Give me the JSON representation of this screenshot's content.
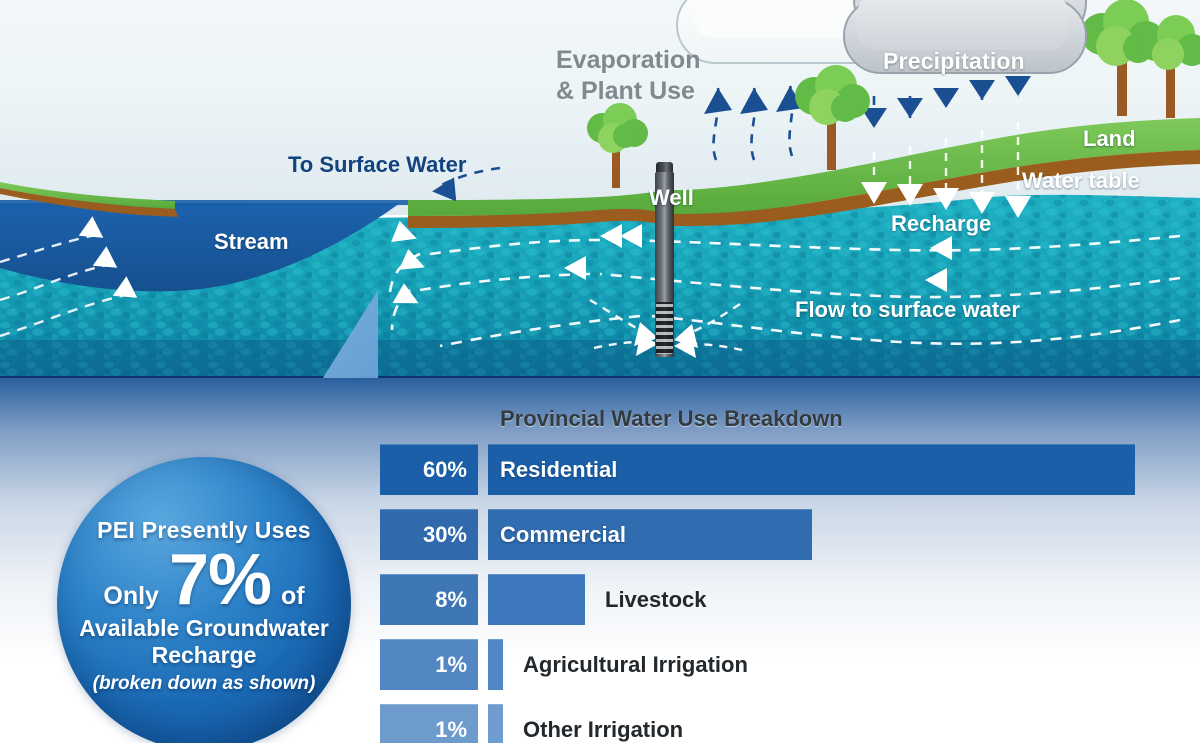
{
  "diagram": {
    "clouds": [
      {
        "name": "evaporation-cloud",
        "label": ""
      },
      {
        "name": "precipitation-cloud",
        "label": "Precipitation"
      }
    ],
    "labels": {
      "evaporation": "Evaporation\n& Plant Use",
      "evaporation_line1": "Evaporation",
      "evaporation_line2": "& Plant Use",
      "precipitation": "Precipitation",
      "to_surface_water": "To Surface Water",
      "stream": "Stream",
      "well": "Well",
      "land": "Land",
      "water_table": "Water table",
      "recharge": "Recharge",
      "flow_to_surface_water": "Flow to surface water"
    },
    "colors": {
      "land_green": "#6cbe45",
      "soil_brown": "#9a5d1e",
      "aquifer_teal": "#17a0b4",
      "stream_blue": "#1b5fa8",
      "bedrock_navy": "#123a78",
      "arrow_navy": "#1a4f92",
      "arrow_white": "#ffffff",
      "tree_green": "#62bb46",
      "trunk_brown": "#9b5a22"
    }
  },
  "callout": {
    "line1": "PEI Presently Uses",
    "only": "Only",
    "big_number": "7%",
    "of": "of",
    "line3": "Available Groundwater\nRecharge",
    "line3_a": "Available Groundwater",
    "line3_b": "Recharge",
    "line4": "(broken down as shown)",
    "accent": "#1a69b4"
  },
  "chart_data": {
    "type": "bar",
    "title": "Provincial Water Use Breakdown",
    "xlabel": "",
    "ylabel": "",
    "orientation": "horizontal",
    "xlim": [
      0,
      60
    ],
    "grid": false,
    "legend": null,
    "categories": [
      "Residential",
      "Commercial",
      "Livestock",
      "Agricultural Irrigation",
      "Other Irrigation"
    ],
    "values": [
      60,
      30,
      8,
      1,
      1
    ],
    "value_labels": [
      "60%",
      "30%",
      "8%",
      "1%",
      "1%"
    ],
    "bar_colors": [
      "#1a5fa8",
      "#2f6cb0",
      "#3f79bd",
      "#5187c6",
      "#6e9ccf"
    ],
    "pct_colors": [
      "#1b5fa8",
      "#3069ac",
      "#3e76b6",
      "#5287c3",
      "#6d9bcc"
    ],
    "label_placement": [
      "inside",
      "inside",
      "outside",
      "outside",
      "outside"
    ]
  }
}
